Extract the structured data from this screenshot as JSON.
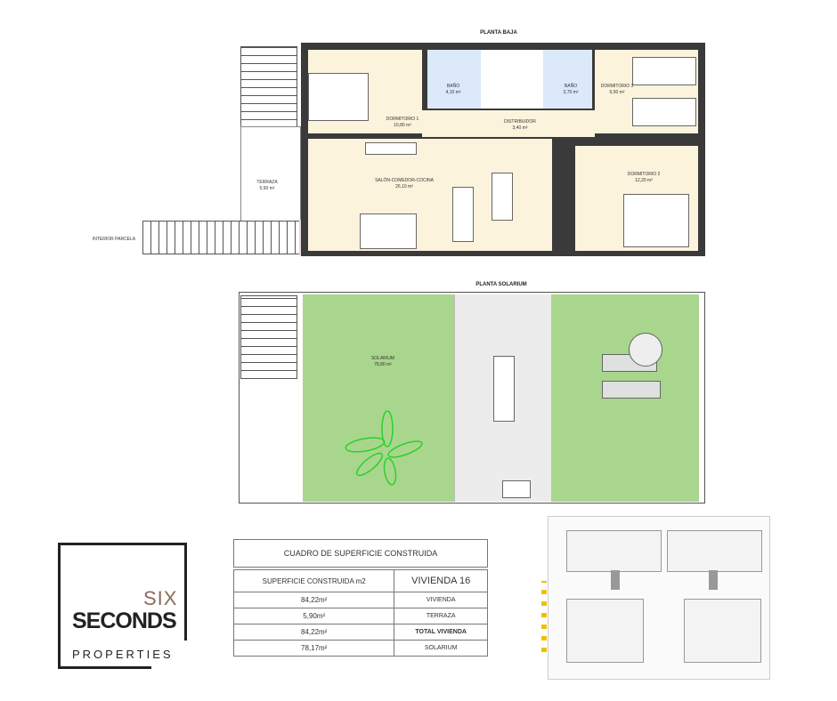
{
  "planta_baja": {
    "title": "PLANTA BAJA",
    "rooms": [
      {
        "name": "BAÑO",
        "area": "4,10 m²"
      },
      {
        "name": "BAÑO",
        "area": "3,70 m²"
      },
      {
        "name": "DORMITORIO 3",
        "area": "9,50 m²"
      },
      {
        "name": "DORMITORIO 1",
        "area": "10,80 m²"
      },
      {
        "name": "DISTRIBUIDOR",
        "area": "3,40 m²"
      },
      {
        "name": "SALÓN-COMEDOR-COCINA",
        "area": "26,10 m²"
      },
      {
        "name": "DORMITORIO 2",
        "area": "12,20 m²"
      },
      {
        "name": "TERRAZA",
        "area": "5,90 m²"
      }
    ],
    "interior_parcela": "INTERIOR PARCELA"
  },
  "planta_solarium": {
    "title": "PLANTA SOLARIUM",
    "room": {
      "name": "SOLARIUM",
      "area": "78,80 m²"
    }
  },
  "logo": {
    "line1": "SIX",
    "line2": "SECONDS",
    "line3": "PROPERTIES"
  },
  "table": {
    "title": "CUADRO DE SUPERFICIE CONSTRUIDA",
    "header": [
      "SUPERFICIE CONSTRUIDA m2",
      "VIVIENDA 16"
    ],
    "rows": [
      {
        "value": "84,22m²",
        "label": "VIVIENDA"
      },
      {
        "value": "5,90m²",
        "label": "TERRAZA"
      },
      {
        "value": "84,22m²",
        "label": "TOTAL  VIVIENDA"
      },
      {
        "value": "78,17m²",
        "label": "SOLARIUM"
      }
    ]
  },
  "colors": {
    "beige": "#fcf3dc",
    "blue": "#dbe9fb",
    "green": "#a9d68d",
    "wall": "#3a3a3a",
    "grey": "#ececec"
  }
}
